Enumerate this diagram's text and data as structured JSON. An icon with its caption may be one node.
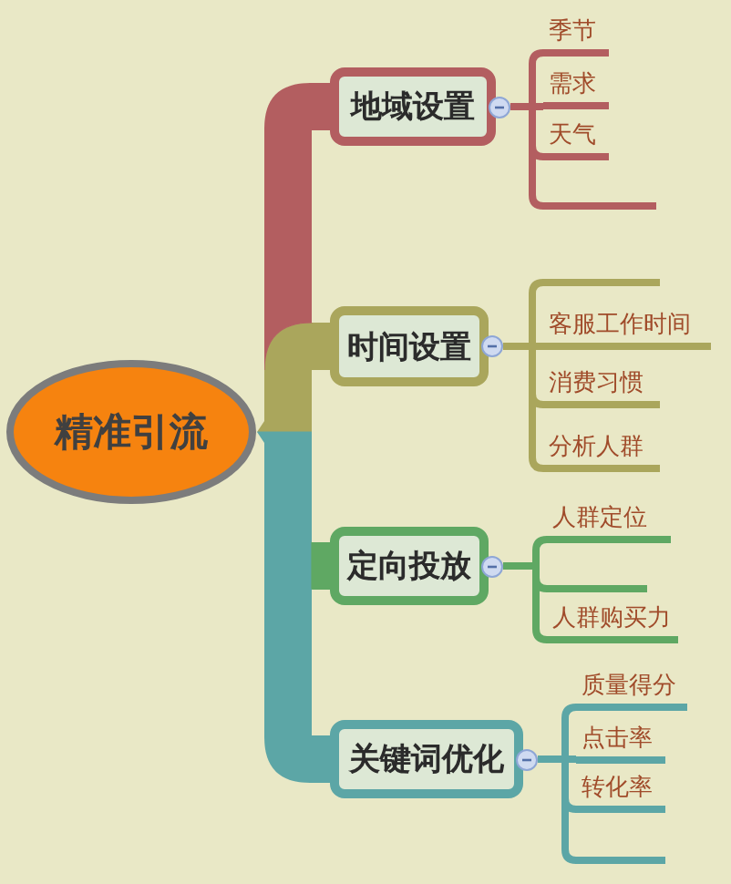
{
  "diagram": {
    "nodes": [
      {
        "text": [
          "精准引流"
        ]
      },
      {
        "text": [
          "地域设置"
        ]
      },
      {
        "text": [
          "季节"
        ]
      },
      {
        "text": [
          "需求"
        ]
      },
      {
        "text": [
          "天气"
        ]
      },
      {
        "text": [],
        "shape": "line"
      },
      {
        "text": [
          "时间设置"
        ]
      },
      {
        "text": [],
        "shape": "line"
      },
      {
        "text": [
          "客服工作时间"
        ]
      },
      {
        "text": [
          "消费习惯"
        ]
      },
      {
        "text": [
          "分析人群"
        ]
      },
      {
        "text": [
          "定向投放"
        ]
      },
      {
        "text": [
          "人群定位"
        ]
      },
      {
        "text": [],
        "shape": "line"
      },
      {
        "text": [
          "人群购买力"
        ]
      },
      {
        "text": [
          "关键词优化"
        ]
      },
      {
        "text": [
          "质量得分"
        ]
      },
      {
        "text": [
          "点击率"
        ]
      },
      {
        "text": [
          "转化率"
        ]
      },
      {
        "text": [],
        "shape": "line"
      }
    ],
    "edges": [
      {
        "from": 0,
        "to": 1,
        "arrow": "none",
        "style": "thick",
        "color": "#b35e60"
      },
      {
        "from": 1,
        "to": 2,
        "arrow": "none",
        "color": "#b35e60"
      },
      {
        "from": 1,
        "to": 3,
        "arrow": "none",
        "color": "#b35e60"
      },
      {
        "from": 1,
        "to": 4,
        "arrow": "none",
        "color": "#b35e60"
      },
      {
        "from": 1,
        "to": 5,
        "arrow": "none",
        "color": "#b35e60"
      },
      {
        "from": 0,
        "to": 6,
        "arrow": "none",
        "style": "thick",
        "color": "#aaa65c"
      },
      {
        "from": 6,
        "to": 7,
        "arrow": "none",
        "color": "#aaa65c"
      },
      {
        "from": 6,
        "to": 8,
        "arrow": "none",
        "color": "#aaa65c"
      },
      {
        "from": 6,
        "to": 9,
        "arrow": "none",
        "color": "#aaa65c"
      },
      {
        "from": 6,
        "to": 10,
        "arrow": "none",
        "color": "#aaa65c"
      },
      {
        "from": 0,
        "to": 11,
        "arrow": "none",
        "style": "thick",
        "color": "#5fa863"
      },
      {
        "from": 11,
        "to": 12,
        "arrow": "none",
        "color": "#5fa863"
      },
      {
        "from": 11,
        "to": 13,
        "arrow": "none",
        "color": "#5fa863"
      },
      {
        "from": 11,
        "to": 14,
        "arrow": "none",
        "color": "#5fa863"
      },
      {
        "from": 0,
        "to": 15,
        "arrow": "none",
        "style": "thick",
        "color": "#5ca6a6"
      },
      {
        "from": 15,
        "to": 16,
        "arrow": "none",
        "color": "#5ca6a6"
      },
      {
        "from": 15,
        "to": 17,
        "arrow": "none",
        "color": "#5ca6a6"
      },
      {
        "from": 15,
        "to": 18,
        "arrow": "none",
        "color": "#5ca6a6"
      },
      {
        "from": 15,
        "to": 19,
        "arrow": "none",
        "color": "#5ca6a6"
      }
    ]
  }
}
